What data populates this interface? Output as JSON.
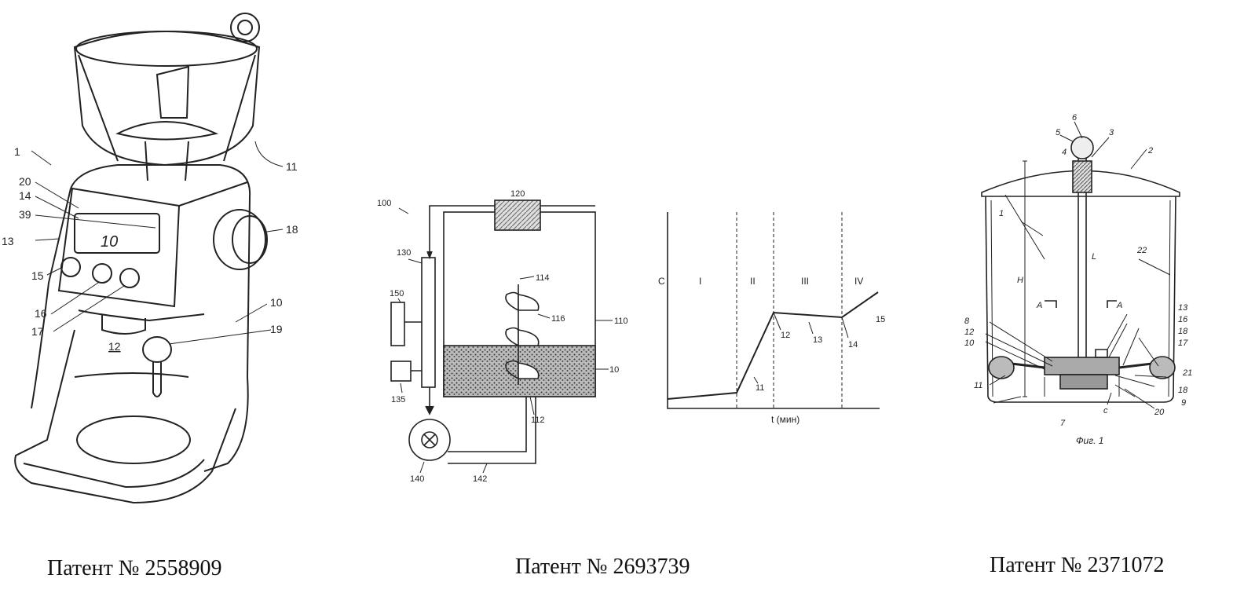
{
  "panels": [
    {
      "caption": "Патент № 2558909",
      "labels": [
        "1",
        "20",
        "14",
        "39",
        "13",
        "15",
        "16",
        "17",
        "11",
        "18",
        "10",
        "19",
        "12"
      ],
      "display_text": [
        "10"
      ]
    },
    {
      "caption": "Патент № 2693739",
      "labels": [
        "100",
        "120",
        "130",
        "150",
        "135",
        "114",
        "116",
        "110",
        "10",
        "112",
        "140",
        "142"
      ],
      "chart": {
        "y_label": "C",
        "x_label": "t (мин)",
        "zones": [
          "I",
          "II",
          "III",
          "IV"
        ],
        "points": [
          "11",
          "12",
          "13",
          "14",
          "15"
        ]
      }
    },
    {
      "caption": "Патент № 2371072",
      "labels": [
        "6",
        "5",
        "3",
        "2",
        "4",
        "1",
        "22",
        "H",
        "L",
        "A",
        "A",
        "13",
        "16",
        "8",
        "12",
        "10",
        "18",
        "17",
        "21",
        "11",
        "18",
        "7",
        "20",
        "9",
        "c"
      ],
      "figure_label": "Фиг. 1"
    }
  ]
}
